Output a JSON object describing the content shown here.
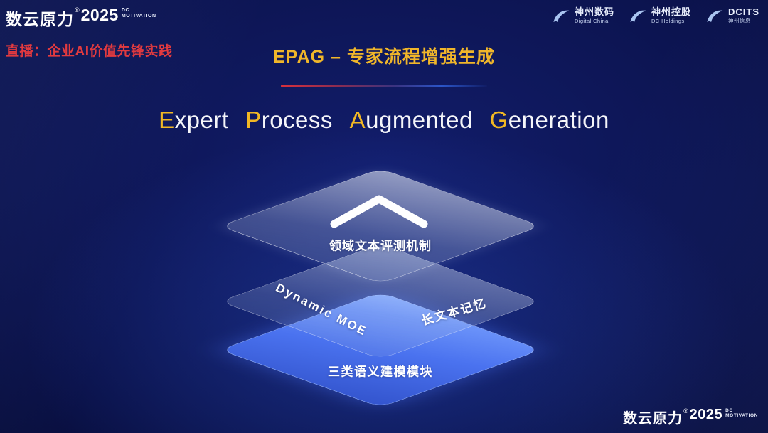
{
  "colors": {
    "gold": "#f2b824",
    "live_red": "#e23a3f",
    "bottom_layer_blue": "#4a72ef",
    "background_navy": "#0a1148"
  },
  "header": {
    "logo": {
      "brand": "数云原力",
      "reg": "®",
      "year": "2025",
      "dc": "DC",
      "motivation": "MOTIVATION"
    },
    "live_label": "直播：企业AI价值先锋实践",
    "page_title": "EPAG – 专家流程增强生成",
    "partner_logos": [
      {
        "name": "神州数码",
        "sub": "Digital China"
      },
      {
        "name": "神州控股",
        "sub": "DC Holdings"
      },
      {
        "name": "DCITS",
        "sub": "神州信息"
      }
    ]
  },
  "main": {
    "title": {
      "words": [
        {
          "initial": "E",
          "rest": "xpert"
        },
        {
          "initial": "P",
          "rest": "rocess"
        },
        {
          "initial": "A",
          "rest": "ugmented"
        },
        {
          "initial": "G",
          "rest": "eneration"
        }
      ]
    },
    "stack": {
      "top_label": "领域文本评测机制",
      "middle_left_label": "Dynamic MOE",
      "middle_right_label": "长文本记忆",
      "bottom_label": "三类语义建模模块"
    }
  },
  "footer": {
    "logo": {
      "brand": "数云原力",
      "reg": "®",
      "year": "2025",
      "dc": "DC",
      "motivation": "MOTIVATION"
    }
  }
}
